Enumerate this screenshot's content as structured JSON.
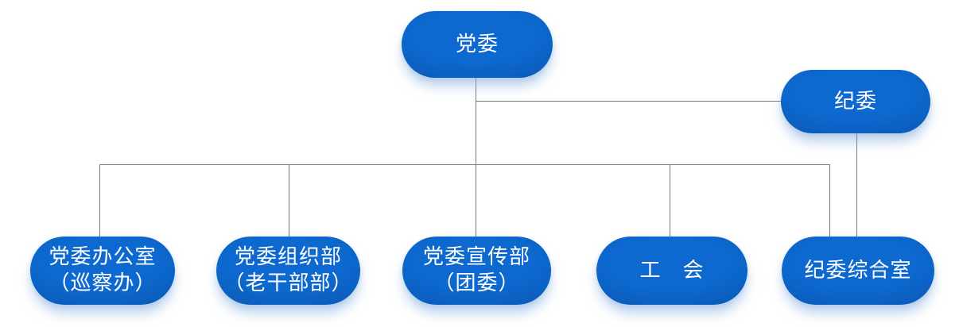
{
  "nodes": {
    "party_committee": {
      "label": "党委"
    },
    "discipline_committee": {
      "label": "纪委"
    },
    "party_office": {
      "label": "党委办公室\n（巡察办）"
    },
    "organization_dept": {
      "label": "党委组织部\n（老干部部）"
    },
    "publicity_dept": {
      "label": "党委宣传部\n（团委）"
    },
    "labor_union": {
      "label": "工　会"
    },
    "discipline_office": {
      "label": "纪委综合室"
    }
  },
  "edges": [
    {
      "from": "党委",
      "to": "纪委"
    },
    {
      "from": "党委",
      "to": "党委办公室（巡察办）"
    },
    {
      "from": "党委",
      "to": "党委组织部（老干部部）"
    },
    {
      "from": "党委",
      "to": "党委宣传部（团委）"
    },
    {
      "from": "党委",
      "to": "工会"
    },
    {
      "from": "党委",
      "to": "纪委综合室"
    },
    {
      "from": "纪委",
      "to": "纪委综合室"
    }
  ],
  "colors": {
    "node_fill_light": "#0d69cf",
    "node_fill_dark": "#0a56b0",
    "node_text": "#ffffff",
    "connector": "#7a7a7a",
    "background": "#ffffff"
  }
}
